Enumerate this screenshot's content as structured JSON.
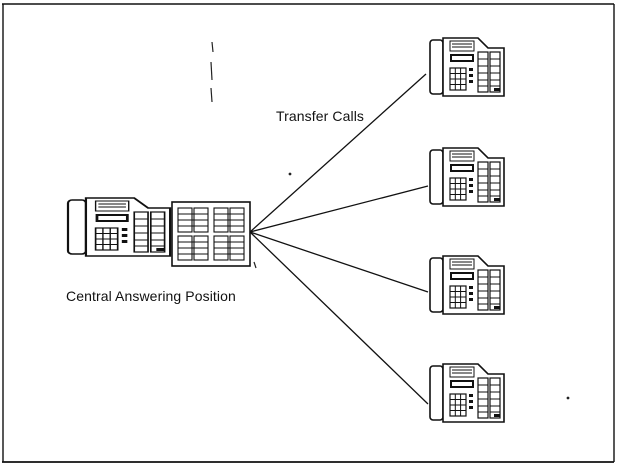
{
  "labels": {
    "transfer_calls": "Transfer Calls",
    "central_position": "Central Answering Position"
  },
  "nodes": [
    {
      "id": "central-answering-position",
      "kind": "telephone-with-key-module"
    },
    {
      "id": "extension-phone-1",
      "kind": "telephone"
    },
    {
      "id": "extension-phone-2",
      "kind": "telephone"
    },
    {
      "id": "extension-phone-3",
      "kind": "telephone"
    },
    {
      "id": "extension-phone-4",
      "kind": "telephone"
    }
  ],
  "edges": [
    {
      "from": "central-answering-position",
      "to": "extension-phone-1"
    },
    {
      "from": "central-answering-position",
      "to": "extension-phone-2"
    },
    {
      "from": "central-answering-position",
      "to": "extension-phone-3"
    },
    {
      "from": "central-answering-position",
      "to": "extension-phone-4"
    }
  ],
  "colors": {
    "ink": "#111111",
    "paper": "#ffffff"
  }
}
